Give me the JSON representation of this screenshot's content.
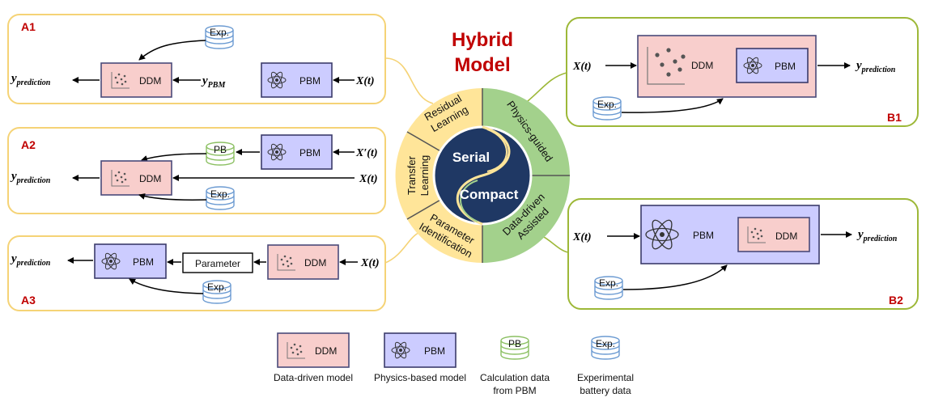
{
  "title": {
    "line1": "Hybrid",
    "line2": "Model"
  },
  "wheel": {
    "serial": "Serial",
    "compact": "Compact",
    "residual": [
      "Residual",
      "Learning"
    ],
    "transfer": [
      "Transfer",
      "Learning"
    ],
    "parameter": [
      "Parameter",
      "Identification"
    ],
    "physics": "Physics-guided",
    "datadriven": [
      "Data-driven",
      "Assisted"
    ]
  },
  "panels": {
    "a1": "A1",
    "a2": "A2",
    "a3": "A3",
    "b1": "B1",
    "b2": "B2"
  },
  "blocks": {
    "ddm": "DDM",
    "pbm": "PBM",
    "parameter": "Parameter",
    "exp": "Exp.",
    "pb": "PB"
  },
  "math": {
    "xt": "X(t)",
    "xpt": "X′(t)",
    "y": "y",
    "pred": "prediction",
    "pbm_sub": "PBM"
  },
  "legend": {
    "ddm": "Data-driven model",
    "pbm": "Physics-based model",
    "pb_line1": "Calculation data",
    "pb_line2": "from PBM",
    "exp_line1": "Experimental",
    "exp_line2": "battery data"
  },
  "colors": {
    "ddm_fill": "#f8cecc",
    "pbm_fill": "#ccccff",
    "yellow": "#ffe599",
    "green": "#a3d18c",
    "core": "#1f3864",
    "title": "#c00000"
  }
}
